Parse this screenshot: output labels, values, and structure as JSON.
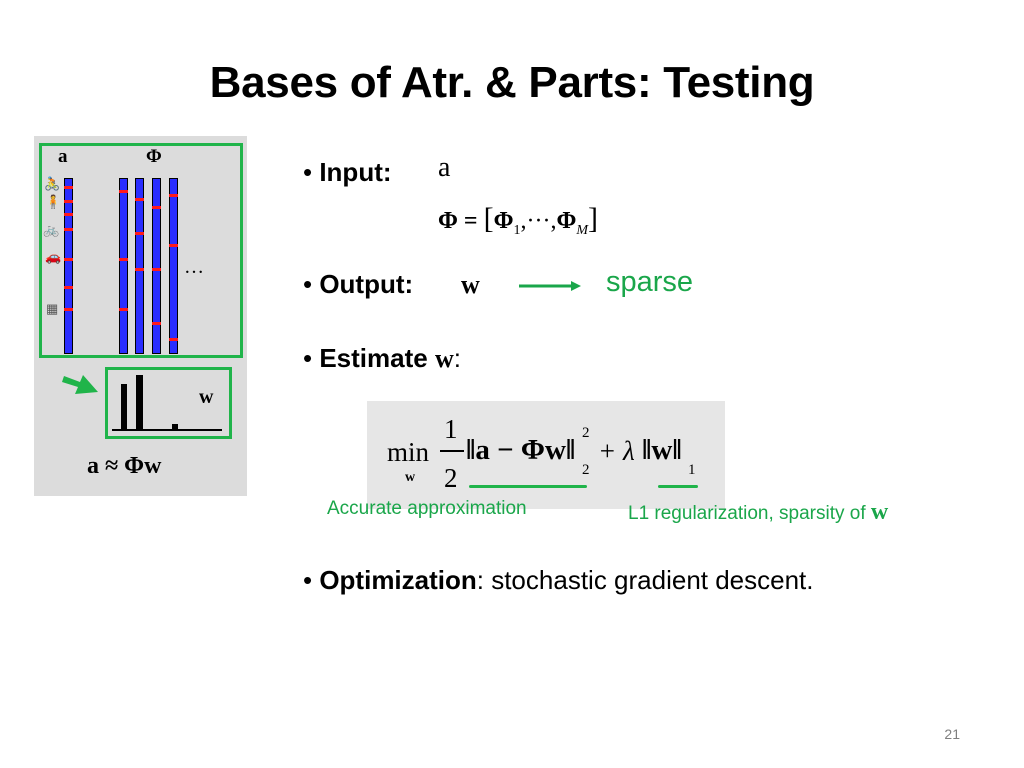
{
  "slide": {
    "title": "Bases of Atr. & Parts: Testing",
    "page_number": "21"
  },
  "figure": {
    "label_a": "a",
    "label_phi": "Φ",
    "ellipsis": "…",
    "label_w": "w",
    "caption": "a ≈ Φw",
    "thumb_icons": [
      "cyclist-icon",
      "person-icon",
      "bicycle-icon",
      "car-icon",
      "photo-icon"
    ]
  },
  "bullets": {
    "input_label": "Input:",
    "input_var": "a",
    "input_eq_lhs": "Φ = ",
    "input_eq_rhs": "[Φ",
    "input_eq_sub1": "1",
    "input_eq_mid": ",···,Φ",
    "input_eq_subM": "M",
    "input_eq_close": "]",
    "output_label": "Output:",
    "output_var": "w",
    "output_note": "sparse",
    "estimate_label": "Estimate",
    "estimate_var": "w",
    "estimate_colon": ":",
    "optimization_label": "Optimization",
    "optimization_text": ": stochastic gradient descent."
  },
  "formula": {
    "min": "min",
    "min_sub": "w",
    "frac_num": "1",
    "frac_den": "2",
    "norm_body": "‖a − Φw‖",
    "sup2": "2",
    "sub2": "2",
    "plus_lambda": "+ λ",
    "norm_w": "‖w‖",
    "sub1": "1",
    "note_left": "Accurate approximation",
    "note_right": "L1 regularization, sparsity of ",
    "note_right_var": "w"
  }
}
